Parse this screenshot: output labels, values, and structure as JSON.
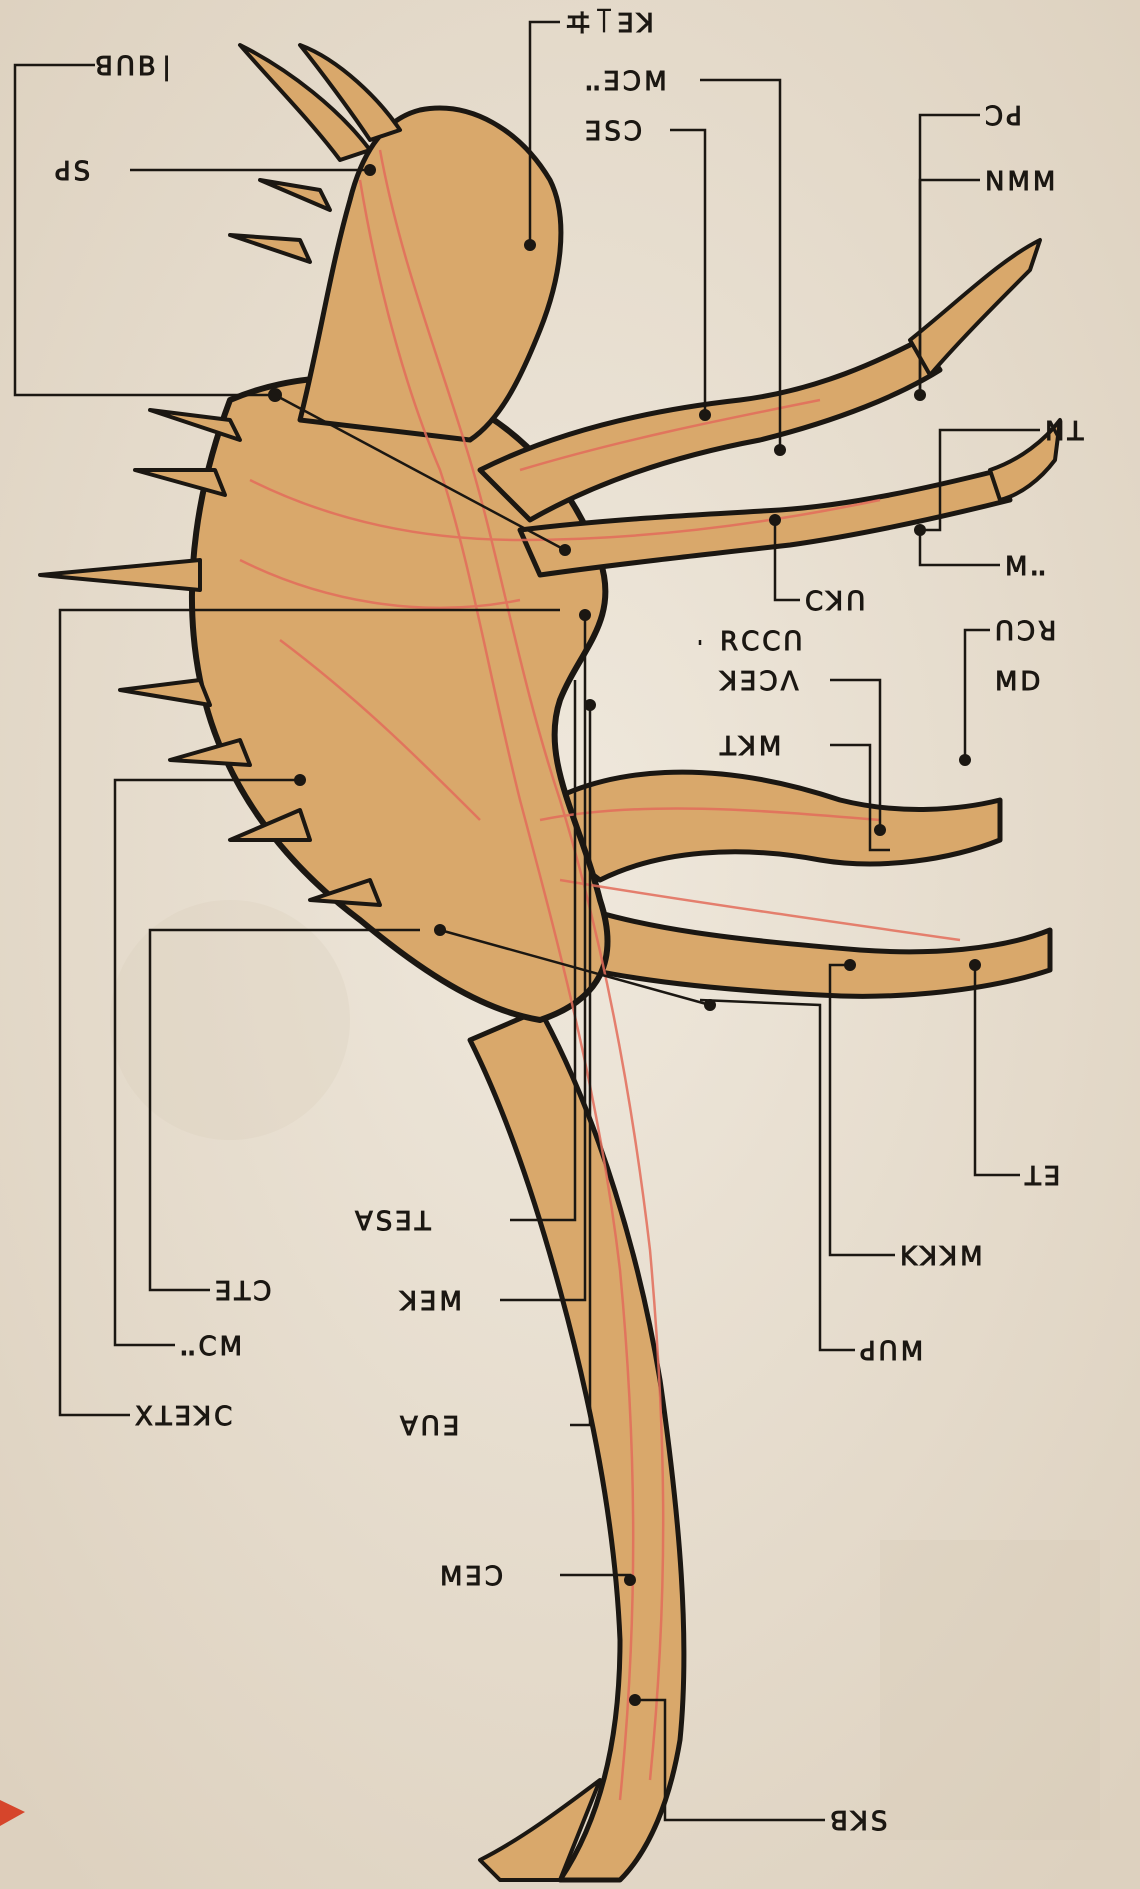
{
  "colors": {
    "paper": "#e9e1d4",
    "paper_dark": "#d8ccb8",
    "body_fill": "#d9a86b",
    "body_light": "#e6c49a",
    "ink": "#1b1712",
    "vein": "#e36d5b",
    "arrow_red": "#d6452b"
  },
  "labels": {
    "head_top": "ヰ꓄ꓱꓘ",
    "upper_left": "ꓭꓵꓐ|",
    "upper_arm_a": "ꓺꓱꓛꓟ",
    "upper_arm_b": "ꓱꓢꓛ",
    "hand_upper_a": "ꓛꓒ",
    "hand_upper_b": "ꓠꓟꓟ",
    "horn_label": "ꓒꓢ",
    "hand_lower_a": "ꓠꓕ",
    "hand_lower_b": "ꓟꓺ",
    "forearm_lower": "ꓚꓘꓵ",
    "elbow_label": "ꓣꓚꓚꓵ",
    "wrist_a": "ꓵꓛꓤ",
    "wrist_b": "ꓟꓓ",
    "thigh_upper": "ꓘꓱꓛꓥ",
    "thigh_mid": "ꓕꓘꓟ",
    "foot_label": "ꓕꓱ",
    "back_label": "ꓗꓘꓘꓟ",
    "knee_label": "ꓒꓵꓟ",
    "spine_a": "ꓯꓢꓱꓕ",
    "spine_b": "ꓘꓱꓟ",
    "hip_left": "ꓱꓕꓛ",
    "belly_left": "ꓺꓚꓟ",
    "side_left": "ꓫꓕꓱꓘꓚ",
    "spine_c": "ꓯꓵꓱ",
    "tail_mid": "ꓟꓱꓛ",
    "tail_tip": "ꓭꓘꓢ"
  }
}
